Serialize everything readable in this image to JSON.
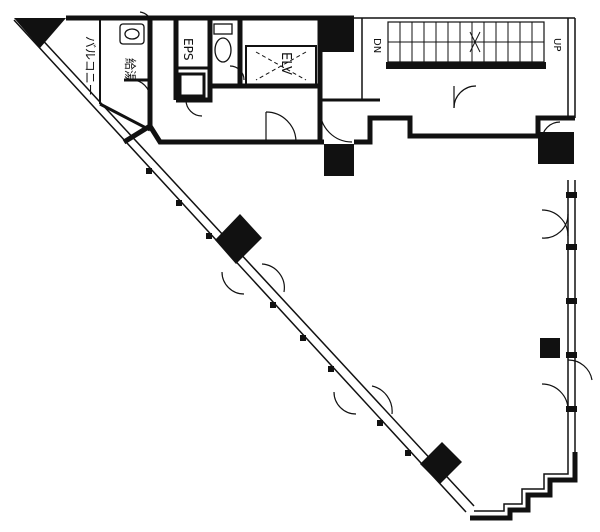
{
  "labels": {
    "balcony": "バルコニー",
    "kyuto": "給湯",
    "eps": "EPS",
    "elv": "ELV",
    "dn": "DN",
    "up": "UP"
  },
  "colors": {
    "wall": "#111111",
    "line": "#222222",
    "background": "#ffffff"
  }
}
